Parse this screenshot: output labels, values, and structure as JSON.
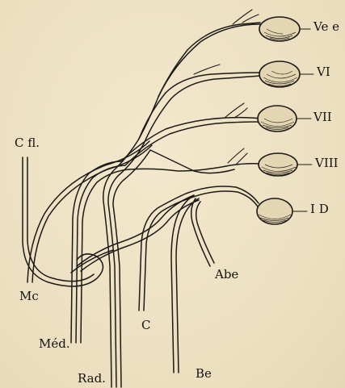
{
  "figure": {
    "labels": {
      "cfl": "C fl.",
      "mc": "Mc",
      "med": "Méd.",
      "rad": "Rad.",
      "c": "C",
      "abe": "Abe",
      "be": "Be",
      "ve": "Ve e",
      "vi": "VI",
      "vii": "VII",
      "viii": "VIII",
      "id": "I D"
    }
  }
}
